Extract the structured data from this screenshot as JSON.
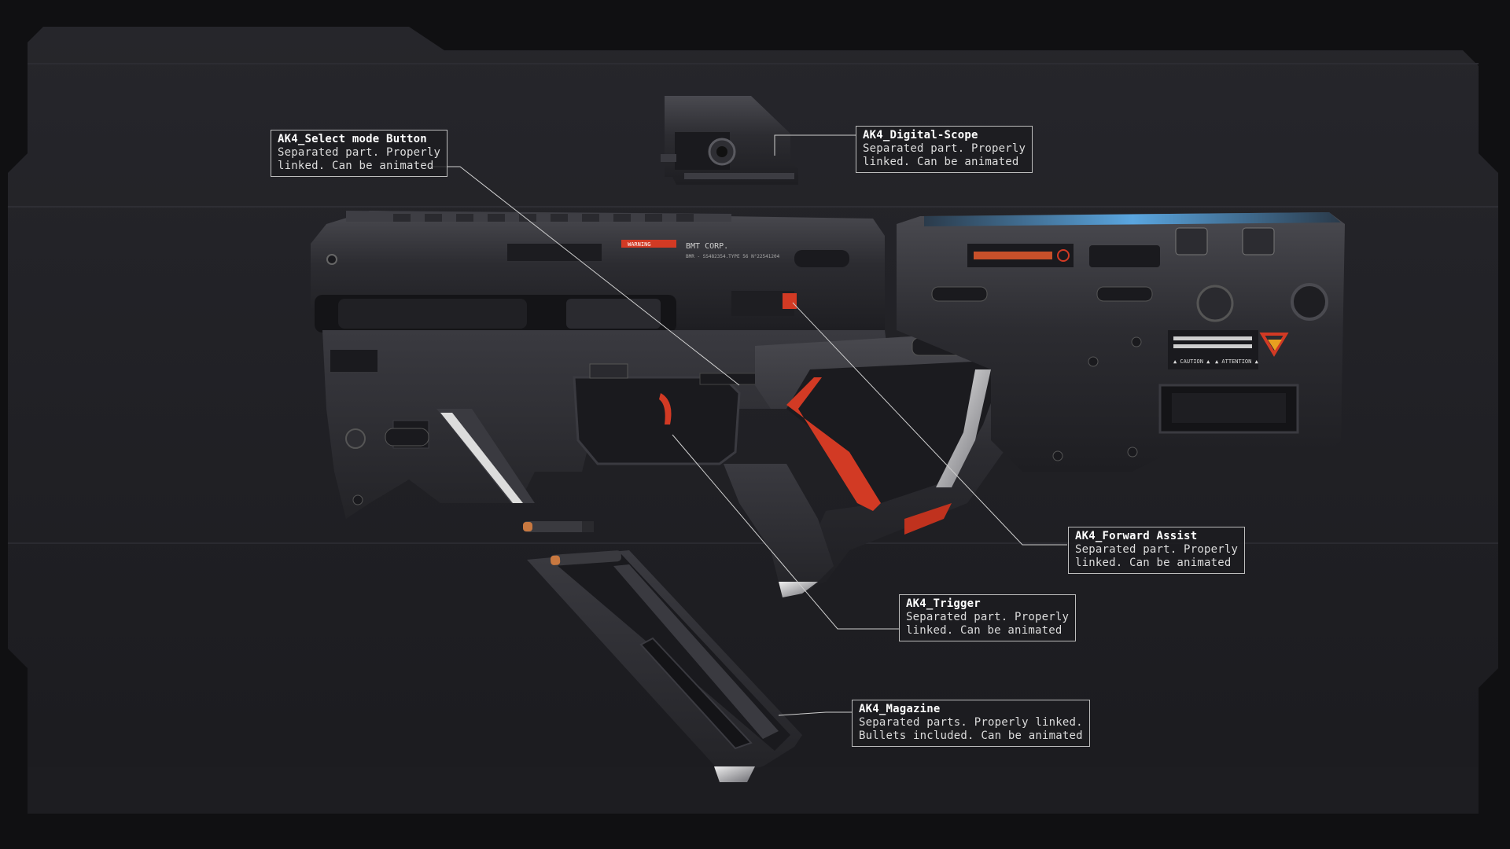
{
  "callouts": {
    "select_mode": {
      "title": "AK4_Select mode Button",
      "line1": "Separated part. Properly",
      "line2": "linked. Can be animated"
    },
    "digital_scope": {
      "title": "AK4_Digital-Scope",
      "line1": "Separated part. Properly",
      "line2": "linked. Can be animated"
    },
    "forward_assist": {
      "title": "AK4_Forward Assist",
      "line1": "Separated part. Properly",
      "line2": "linked. Can be animated"
    },
    "trigger": {
      "title": "AK4_Trigger",
      "line1": "Separated part. Properly",
      "line2": "linked. Can be animated"
    },
    "magazine": {
      "title": "AK4_Magazine",
      "line1": "Separated parts. Properly linked.",
      "line2": "Bullets included. Can be animated"
    }
  },
  "markings": {
    "brand": "BMT CORP.",
    "serial": "BMR - SS482354.TYPE 56 N°22541204",
    "warning": "WARNING",
    "caution": "▲ CAUTION ▲",
    "attention": "▲ ATTENTION ▲"
  },
  "colors": {
    "background": "#101012",
    "panel": "#1c1c20",
    "accent_red": "#d23a24",
    "accent_blue": "#4a9ad8",
    "label_border": "#bdbdbd"
  }
}
